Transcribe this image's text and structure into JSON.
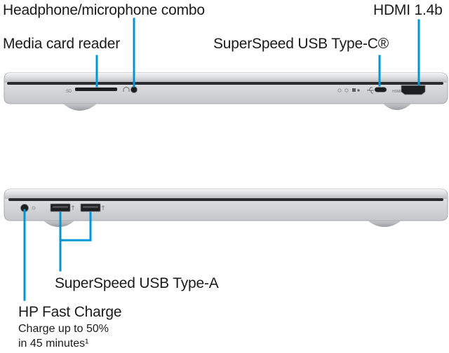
{
  "colors": {
    "accent": "#0096d6",
    "chassis": "#dfe0e2",
    "chassis_edge": "#a9abae",
    "bezel": "#2a2b2d"
  },
  "top_view": {
    "labels": {
      "headphone": "Headphone/microphone combo",
      "hdmi": "HDMI 1.4b",
      "card_reader": "Media card reader",
      "usb_c": "SuperSpeed USB Type-C®"
    },
    "port_marks": {
      "sd": "SD",
      "hdmi": "HDMI"
    }
  },
  "bottom_view": {
    "labels": {
      "usb_a": "SuperSpeed USB Type-A",
      "fast_charge_title": "HP Fast Charge",
      "fast_charge_line1": "Charge up to 50%",
      "fast_charge_line2": "in 45 minutes¹"
    }
  }
}
